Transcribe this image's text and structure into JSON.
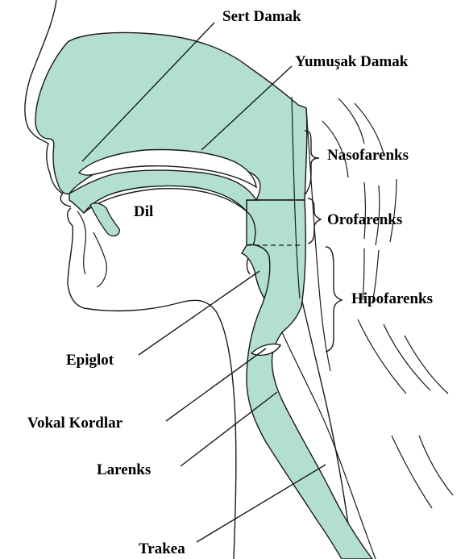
{
  "colors": {
    "airway_fill": "#b3dfd3",
    "outline": "#1a1a1a",
    "background": "#ffffff"
  },
  "labels": {
    "sert_damak": "Sert Damak",
    "yumusak_damak": "Yumuşak Damak",
    "nasofarenks": "Nasofarenks",
    "dil": "Dil",
    "orofarenks": "Orofarenks",
    "hipofarenks": "Hipofarenks",
    "epiglot": "Epiglot",
    "vokal_kordlar": "Vokal Kordlar",
    "larenks": "Larenks",
    "trakea": "Trakea"
  }
}
